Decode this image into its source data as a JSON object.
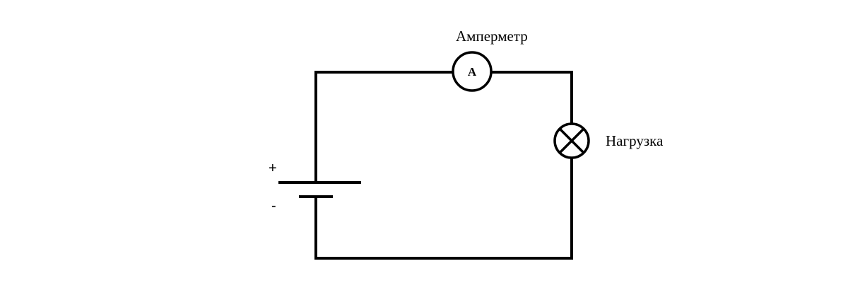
{
  "labels": {
    "ammeter": "Амперметр",
    "load": "Нагрузка",
    "positive_terminal": "+",
    "negative_terminal": "-"
  },
  "ammeter_symbol": {
    "letter": "A"
  },
  "colors": {
    "wire": "#000000",
    "background": "#ffffff"
  },
  "icons": {
    "ammeter": "ammeter-circle-icon",
    "lamp": "lamp-cross-circle-icon",
    "battery": "battery-cell-icon"
  }
}
